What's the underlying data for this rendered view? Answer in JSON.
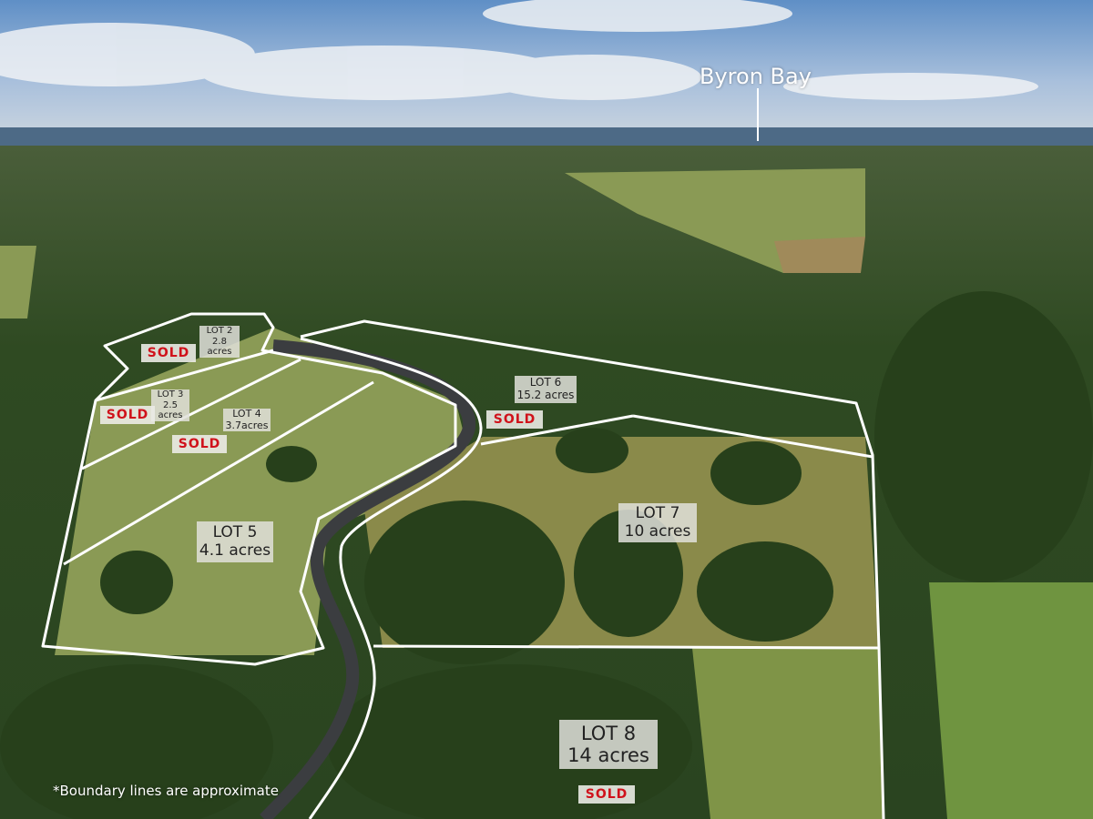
{
  "place_label": "Byron Bay",
  "lots": [
    {
      "name": "LOT 2",
      "size": "2.8 acres",
      "sold": true
    },
    {
      "name": "LOT 3",
      "size": "2.5 acres",
      "sold": true
    },
    {
      "name": "LOT 4",
      "size": "3.7acres",
      "sold": true
    },
    {
      "name": "LOT 5",
      "size": "4.1 acres",
      "sold": false
    },
    {
      "name": "LOT 6",
      "size": "15.2 acres",
      "sold": true
    },
    {
      "name": "LOT 7",
      "size": "10 acres",
      "sold": false
    },
    {
      "name": "LOT 8",
      "size": "14 acres",
      "sold": true
    }
  ],
  "sold_label": "SOLD",
  "disclaimer": "*Boundary lines are approximate",
  "colors": {
    "sold": "#d0121b",
    "boundary": "#ffffff",
    "sky": "#8fb0d6",
    "forest": "#2f4a22",
    "pasture": "#7e9a45"
  }
}
